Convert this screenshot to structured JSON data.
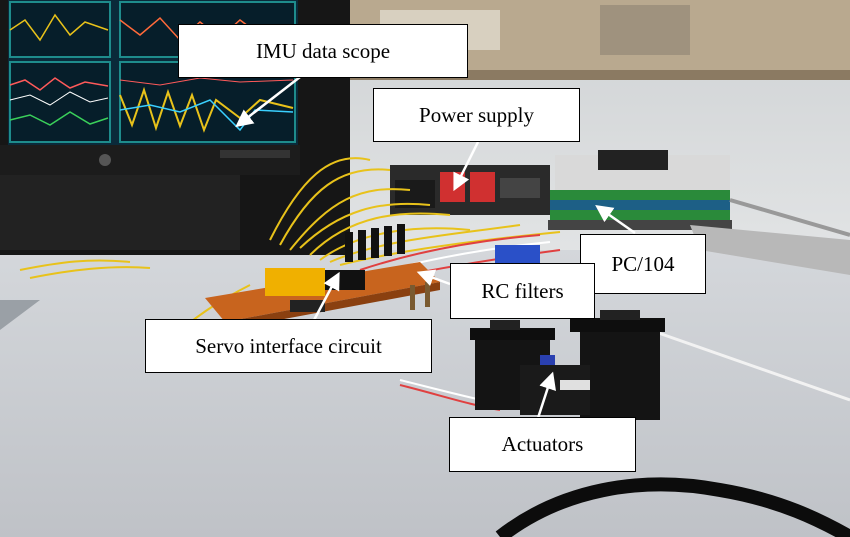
{
  "labels": {
    "imu_scope": "IMU data scope",
    "power_supply": "Power supply",
    "pc104": "PC/104",
    "rc_filters": "RC filters",
    "servo_interface": "Servo interface circuit",
    "actuators": "Actuators"
  },
  "colors": {
    "label_border": "#000000",
    "label_fill": "#ffffff",
    "arrow": "#ffffff",
    "wire_yellow": "#e8c21a",
    "pcb_orange": "#c8641e",
    "monitor_teal": "#1e8c8c",
    "servo_black": "#141414"
  }
}
